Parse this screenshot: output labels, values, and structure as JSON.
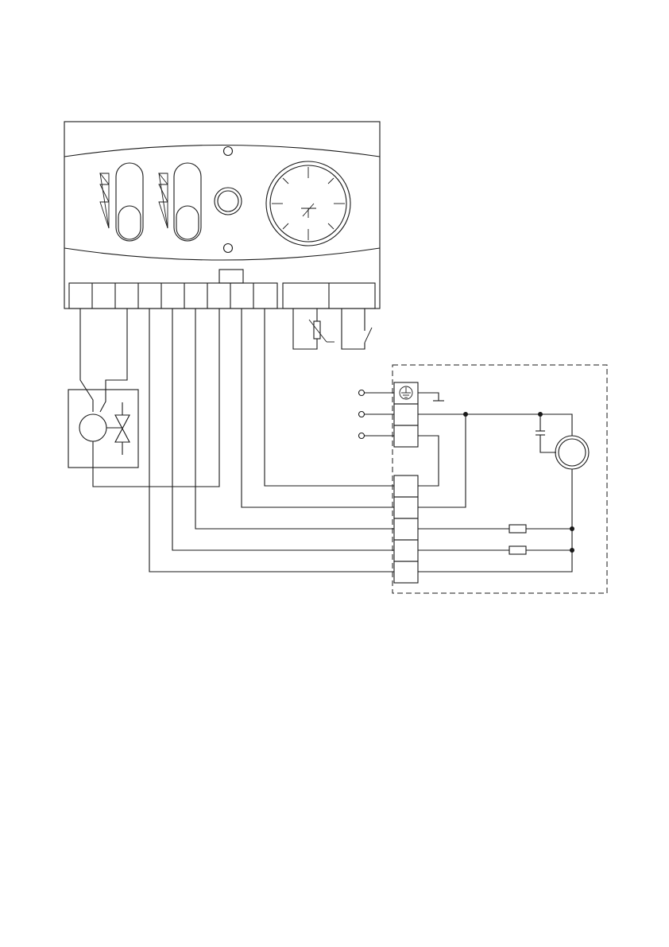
{
  "diagram": {
    "controller": {
      "slide_switches": 2,
      "has_pilot_lamp": true,
      "has_clock_dial": true,
      "terminal_count_main": 9,
      "terminal_count_sensor": 2
    },
    "components": [
      "pump-motor-icon",
      "valve-icon",
      "sensor-resistor-icon",
      "switch-contact-icon",
      "earth-icon",
      "capacitor-icon",
      "motor-icon",
      "resistor-icon"
    ],
    "colors": {
      "line": "#1a1a1a",
      "background": "#ffffff"
    }
  }
}
